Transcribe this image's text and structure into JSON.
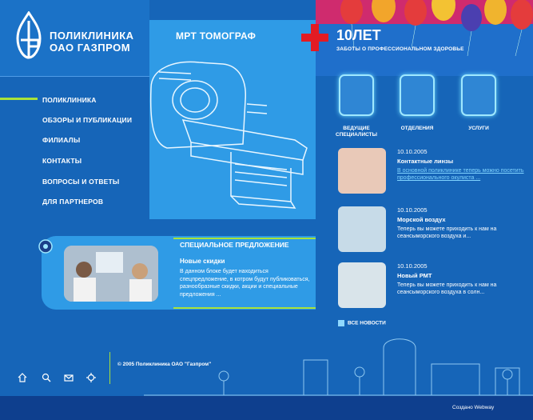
{
  "logo": {
    "line1": "ПОЛИКЛИНИКА",
    "line2": "ОАО ГАЗПРОМ"
  },
  "nav": [
    {
      "label": "ПОЛИКЛИНИКА"
    },
    {
      "label": "ОБЗОРЫ И ПУБЛИКАЦИИ"
    },
    {
      "label": "ФИЛИАЛЫ"
    },
    {
      "label": "КОНТАКТЫ"
    },
    {
      "label": "ВОПРОСЫ И ОТВЕТЫ"
    },
    {
      "label": "ДЛЯ ПАРТНЕРОВ"
    }
  ],
  "mri": {
    "title": "МРТ ТОМОГРАФ"
  },
  "hero": {
    "big": "10ЛЕТ",
    "tagline": "ЗАБОТЫ О ПРОФЕССИОНАЛЬНОМ ЗДОРОВЬЕ"
  },
  "categories": [
    {
      "label": "ВЕДУЩИЕ СПЕЦИАЛИСТЫ",
      "icon": "doctor-icon"
    },
    {
      "label": "ОТДЕЛЕНИЯ",
      "icon": "building-icon"
    },
    {
      "label": "УСЛУГИ",
      "icon": "hand-icon"
    }
  ],
  "news": [
    {
      "date": "10.10.2005",
      "title": "Контактные линзы",
      "text": "В основной поликлинике теперь можно посетить профессионального окулиста ..."
    },
    {
      "date": "10.10.2005",
      "title": "Морской воздух",
      "text": "Теперь вы можете приходить к нам на сеансыморского воздуха и..."
    },
    {
      "date": "10.10.2005",
      "title": "Новый РМТ",
      "text": "Теперь вы можете приходить к нам на сеансыморского воздуха в солн..."
    }
  ],
  "all_news": "ВСЕ НОВОСТИ",
  "offer": {
    "title": "СПЕЦИАЛЬНОЕ ПРЕДЛОЖЕНИЕ",
    "subtitle": "Новые скидки",
    "text": "В данном блоке будет находиться спецпредложение, в котром будут публиковаться, разнообразные скидки, акции и специальные предложения ..."
  },
  "footer": {
    "copyright": "© 2005 Поликлиника ОАО \"Газпром\"",
    "credit": "Создано Webway"
  },
  "colors": {
    "background": "#1665b8",
    "panel": "#2f9be6",
    "accent": "#a9e23a",
    "footer": "#0e3f8e"
  },
  "footer_icons": [
    "home-icon",
    "search-icon",
    "mail-icon",
    "sitemap-icon"
  ]
}
